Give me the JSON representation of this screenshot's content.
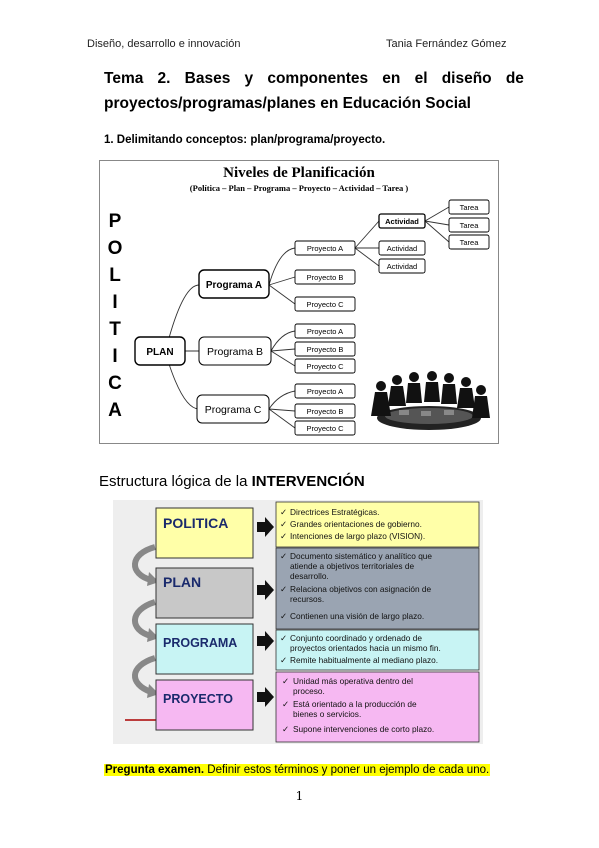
{
  "header": {
    "left": "Diseño, desarrollo e innovación",
    "right": "Tania Fernández Gómez"
  },
  "title": {
    "line1_words": [
      "Tema",
      "2.",
      "Bases",
      "y",
      "componentes",
      "en",
      "el",
      "diseño",
      "de"
    ],
    "line2": "proyectos/programas/planes en Educación Social"
  },
  "section1": "1.  Delimitando conceptos: plan/programa/proyecto.",
  "figure1": {
    "title": "Niveles de Planificación",
    "subtitle": "(Política – Plan – Programa – Proyecto – Actividad – Tarea )",
    "side_letters": [
      "P",
      "O",
      "L",
      "I",
      "T",
      "I",
      "C",
      "A"
    ],
    "plan": "PLAN",
    "programs": [
      "Programa A",
      "Programa B",
      "Programa C"
    ],
    "projects": [
      "Proyecto A",
      "Proyecto B",
      "Proyecto C"
    ],
    "activity": "Actividad",
    "task": "Tarea"
  },
  "figure2": {
    "title_prefix": "Estructura lógica de la ",
    "title_bold": "INTERVENCIÓN",
    "levels": [
      {
        "label": "POLITICA",
        "bullets": [
          "Directrices Estratégicas.",
          "Grandes orientaciones de gobierno.",
          "Intenciones de largo plazo (VISION)."
        ]
      },
      {
        "label": "PLAN",
        "bullets": [
          "Documento sistemático y analítico que atiende a objetivos territoriales de desarrollo.",
          "Relaciona objetivos con asignación de recursos.",
          "Contienen una visión de largo plazo."
        ]
      },
      {
        "label": "PROGRAMA",
        "bullets": [
          "Conjunto coordinado y ordenado de proyectos orientados hacia un mismo fin.",
          "Remite habitualmente al mediano plazo."
        ]
      },
      {
        "label": "PROYECTO",
        "bullets": [
          "Unidad más operativa dentro del proceso.",
          "Está orientado a la producción de bienes o servicios.",
          "Supone intervenciones de corto plazo."
        ]
      }
    ]
  },
  "exam_note": {
    "bold": "Pregunta examen.",
    "text": " Definir estos términos y poner un ejemplo de cada uno."
  },
  "page_number": "1"
}
